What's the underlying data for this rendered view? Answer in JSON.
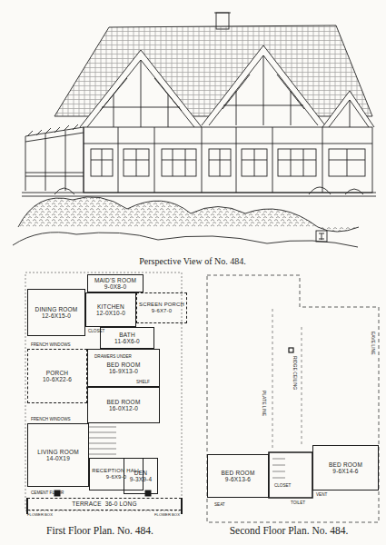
{
  "diagram": {
    "nodes": [
      {
        "text": [
          "MAID'S ROOM",
          "9-0X8-0"
        ]
      },
      {
        "text": [
          "DINING ROOM",
          "12-6X15-0"
        ]
      },
      {
        "text": [
          "KITCHEN",
          "12-0X10-0"
        ]
      },
      {
        "text": [
          "SCREEN PORCH",
          "9-6X7-0"
        ]
      },
      {
        "text": [
          "BATH",
          "11-6X6-0"
        ]
      },
      {
        "text": [
          "PORCH",
          "10-6X22-6"
        ]
      },
      {
        "text": [
          "BED ROOM",
          "16-9X13-0"
        ]
      },
      {
        "text": [
          "BED ROOM",
          "16-0X12-0"
        ]
      },
      {
        "text": [
          "LIVING ROOM",
          "14-0X19"
        ]
      },
      {
        "text": [
          "RECEPTION HALL",
          "9-6X9-0"
        ]
      },
      {
        "text": [
          "DEN",
          "9-3X9-4"
        ]
      },
      {
        "text": [
          "TERRACE",
          "36-0 LONG"
        ]
      },
      {
        "text": [
          "BED ROOM",
          "9-6X13-6"
        ]
      },
      {
        "text": [
          "BED ROOM",
          "9-6X14-6"
        ]
      }
    ],
    "labels": [
      "Perspective View of No. 484.",
      "First Floor Plan. No. 484.",
      "Second Floor Plan. No. 484.",
      "FRENCH WINDOWS",
      "FRENCH WINDOWS",
      "CLOSET",
      "DRAWERS UNDER",
      "SHELF",
      "CEMENT FLOOR",
      "FLOWER BOX",
      "FLOWER BOX",
      "PLATE LINE",
      "RIDGE CEILING",
      "EAVE LINE",
      "CLOSET",
      "TOILET",
      "SEAT",
      "VENT"
    ]
  }
}
